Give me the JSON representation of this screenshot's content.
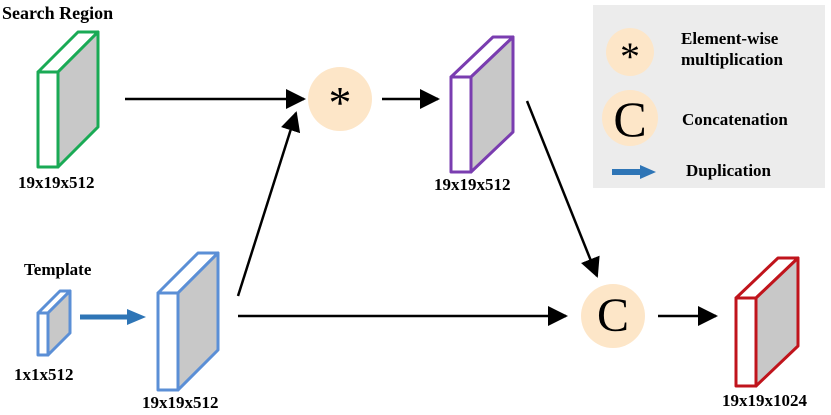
{
  "labels": {
    "search_region": "Search Region",
    "template": "Template",
    "search_dim": "19x19x512",
    "template_small_dim": "1x1x512",
    "template_dup_dim": "19x19x512",
    "mult_dim": "19x19x512",
    "output_dim": "19x19x1024"
  },
  "operators": {
    "multiply_symbol": "*",
    "concat_symbol": "C"
  },
  "legend": {
    "multiply_symbol": "*",
    "multiply_text": "Element-wise multiplication",
    "concat_symbol": "C",
    "concat_text": "Concatenation",
    "duplication_text": "Duplication"
  },
  "colors": {
    "search_block": "#1aaa55",
    "template_block": "#5b8fd6",
    "mult_block": "#7a3db0",
    "output_block": "#c0141c",
    "block_face": "#c8c8c8",
    "operator_circle": "#fde6c8",
    "legend_bg": "#ececec",
    "duplication_arrow": "#2e75b6"
  }
}
